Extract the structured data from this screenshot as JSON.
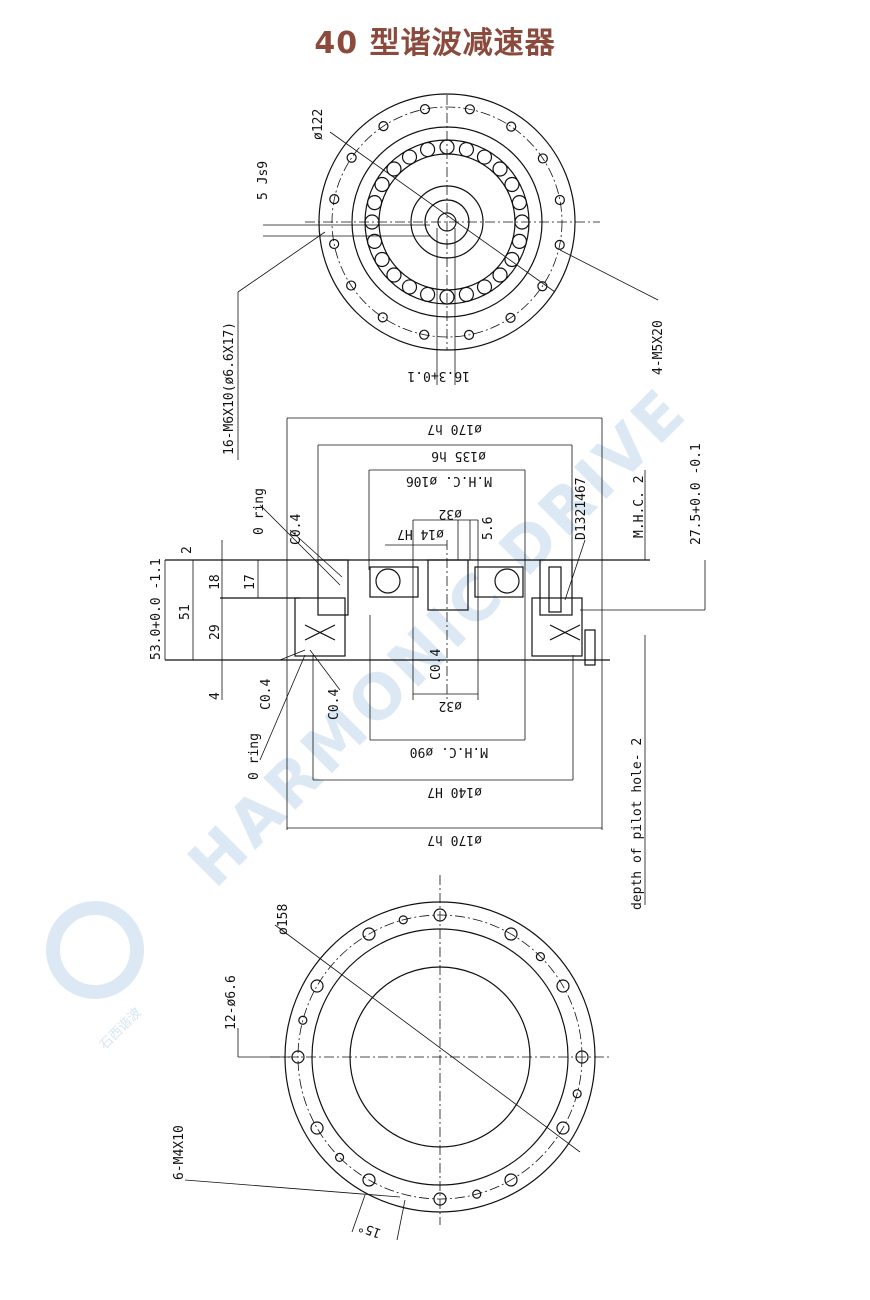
{
  "title": "40 型谐波减速器",
  "colors": {
    "title": "#8b4a3c",
    "watermark": "#dce9f5",
    "lines": "#111111"
  },
  "watermark": {
    "text": "HARMONIC DRIVE",
    "logo_text": "石西谐波"
  },
  "top_view": {
    "dia_outer": "ø122",
    "keyway": "5 Js9",
    "bolts_left": "16-M6X10(ø6.6X17)",
    "bolts_right": "4-M5X20",
    "key_height": "16.3+0.1"
  },
  "section_view": {
    "d170_top": "ø170 h7",
    "d135": "ø135 h6",
    "mhc106": "M.H.C. ø106",
    "d32_top": "ø32",
    "d14": "ø14 H7",
    "dim_5_6": "5.6",
    "part_no": "D1321467",
    "mhc2": "M.H.C. 2",
    "dim_27_5": "27.5+0.0 -0.1",
    "oring_top": "0 ring",
    "c04_a": "C0.4",
    "dim_2": "2",
    "dim_18": "18",
    "dim_17": "17",
    "dim_53": "53.0+0.0 -1.1",
    "dim_51": "51",
    "dim_29": "29",
    "dim_4": "4",
    "c04_b": "C0.4",
    "c04_c": "C0.4",
    "c04_d": "C0.4",
    "oring_bottom": "0 ring",
    "d32_bottom": "ø32",
    "mhc90": "M.H.C. ø90",
    "d140": "ø140 H7",
    "d170_bottom": "ø170 h7",
    "pilot_hole": "depth of pilot hole- 2"
  },
  "bottom_view": {
    "dia158": "ø158",
    "holes12": "12-ø6.6",
    "holes6": "6-M4X10",
    "angle15": "15°"
  }
}
